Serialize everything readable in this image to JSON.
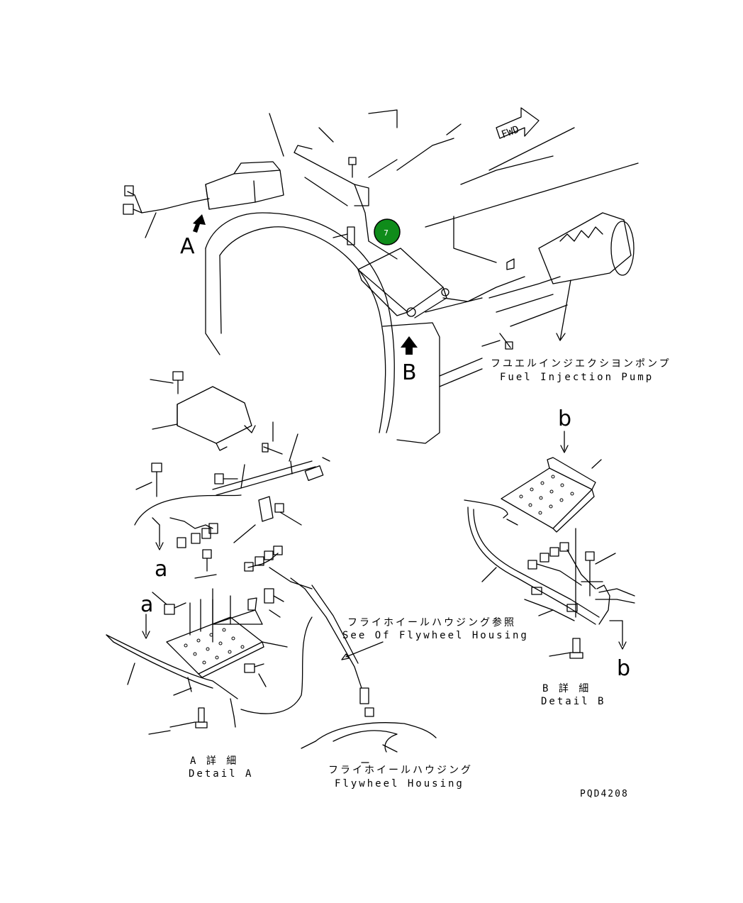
{
  "callouts": [
    {
      "number": "7",
      "color": "#0f8c1a"
    }
  ],
  "views": {
    "a_upper": "A",
    "b_upper": "B",
    "fwd": "FWD",
    "a_lower_1": "a",
    "a_lower_2": "a",
    "b_lower_1": "b",
    "b_lower_2": "b"
  },
  "labels": {
    "fuel_pump_jp": "フユエルインジエクシヨンポンプ",
    "fuel_pump_en": "Fuel Injection Pump",
    "see_flywheel_jp": "フライホイールハウジング参照",
    "see_flywheel_en": "See Of Flywheel Housing",
    "detail_a_jp": "A 詳 細",
    "detail_a_en": "Detail A",
    "detail_b_jp": "B 詳 細",
    "detail_b_en": "Detail B",
    "flywheel_jp": "フライホイールハウジング",
    "flywheel_en": "Flywheel Housing",
    "drawing_code": "PQD4208"
  }
}
